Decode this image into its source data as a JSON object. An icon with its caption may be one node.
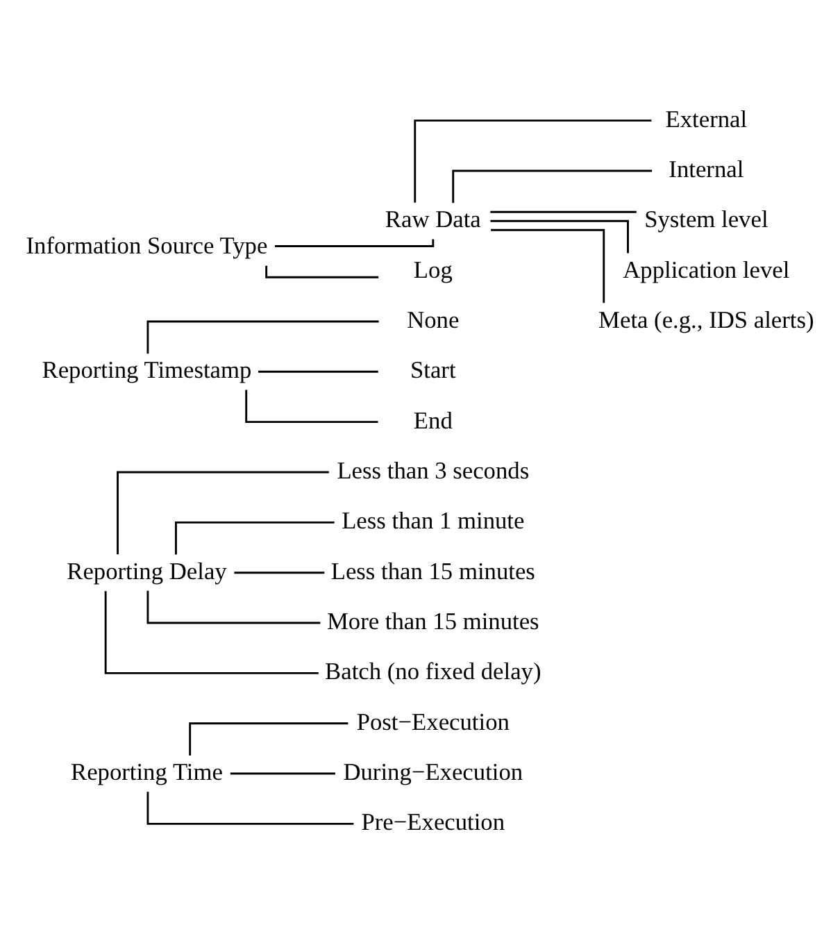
{
  "diagram": {
    "nodes": [
      {
        "text": [
          "Reporting Time"
        ]
      },
      {
        "text": [
          "Post−Execution"
        ]
      },
      {
        "text": [
          "During−Execution"
        ]
      },
      {
        "text": [
          "Pre−Execution"
        ]
      },
      {
        "text": [
          "Reporting Delay"
        ]
      },
      {
        "text": [
          "Less than 3 seconds"
        ]
      },
      {
        "text": [
          "Less than 1 minute"
        ]
      },
      {
        "text": [
          "Less than 15 minutes"
        ]
      },
      {
        "text": [
          "More than 15 minutes"
        ]
      },
      {
        "text": [
          "Batch (no fixed delay)"
        ]
      },
      {
        "text": [
          "Reporting Timestamp"
        ]
      },
      {
        "text": [
          "None"
        ]
      },
      {
        "text": [
          "Start"
        ]
      },
      {
        "text": [
          "End"
        ]
      },
      {
        "text": [
          "Information Source Type"
        ]
      },
      {
        "text": [
          "Raw Data"
        ]
      },
      {
        "text": [
          "Log"
        ]
      },
      {
        "text": [
          "External"
        ]
      },
      {
        "text": [
          "Internal"
        ]
      },
      {
        "text": [
          "System level"
        ]
      },
      {
        "text": [
          "Application level"
        ]
      },
      {
        "text": [
          "Meta (e.g., IDS alerts)"
        ]
      }
    ],
    "edges": [
      {
        "from": 0,
        "to": 1,
        "arrow": "none"
      },
      {
        "from": 0,
        "to": 2,
        "arrow": "none"
      },
      {
        "from": 0,
        "to": 3,
        "arrow": "none"
      },
      {
        "from": 4,
        "to": 5,
        "arrow": "none"
      },
      {
        "from": 4,
        "to": 6,
        "arrow": "none"
      },
      {
        "from": 4,
        "to": 7,
        "arrow": "none"
      },
      {
        "from": 4,
        "to": 8,
        "arrow": "none"
      },
      {
        "from": 4,
        "to": 9,
        "arrow": "none"
      },
      {
        "from": 10,
        "to": 11,
        "arrow": "none"
      },
      {
        "from": 10,
        "to": 12,
        "arrow": "none"
      },
      {
        "from": 10,
        "to": 13,
        "arrow": "none"
      },
      {
        "from": 14,
        "to": 15,
        "arrow": "none"
      },
      {
        "from": 14,
        "to": 16,
        "arrow": "none"
      },
      {
        "from": 15,
        "to": 17,
        "arrow": "none"
      },
      {
        "from": 15,
        "to": 18,
        "arrow": "none"
      },
      {
        "from": 15,
        "to": 19,
        "arrow": "none"
      },
      {
        "from": 15,
        "to": 20,
        "arrow": "none"
      },
      {
        "from": 15,
        "to": 21,
        "arrow": "none"
      }
    ]
  }
}
